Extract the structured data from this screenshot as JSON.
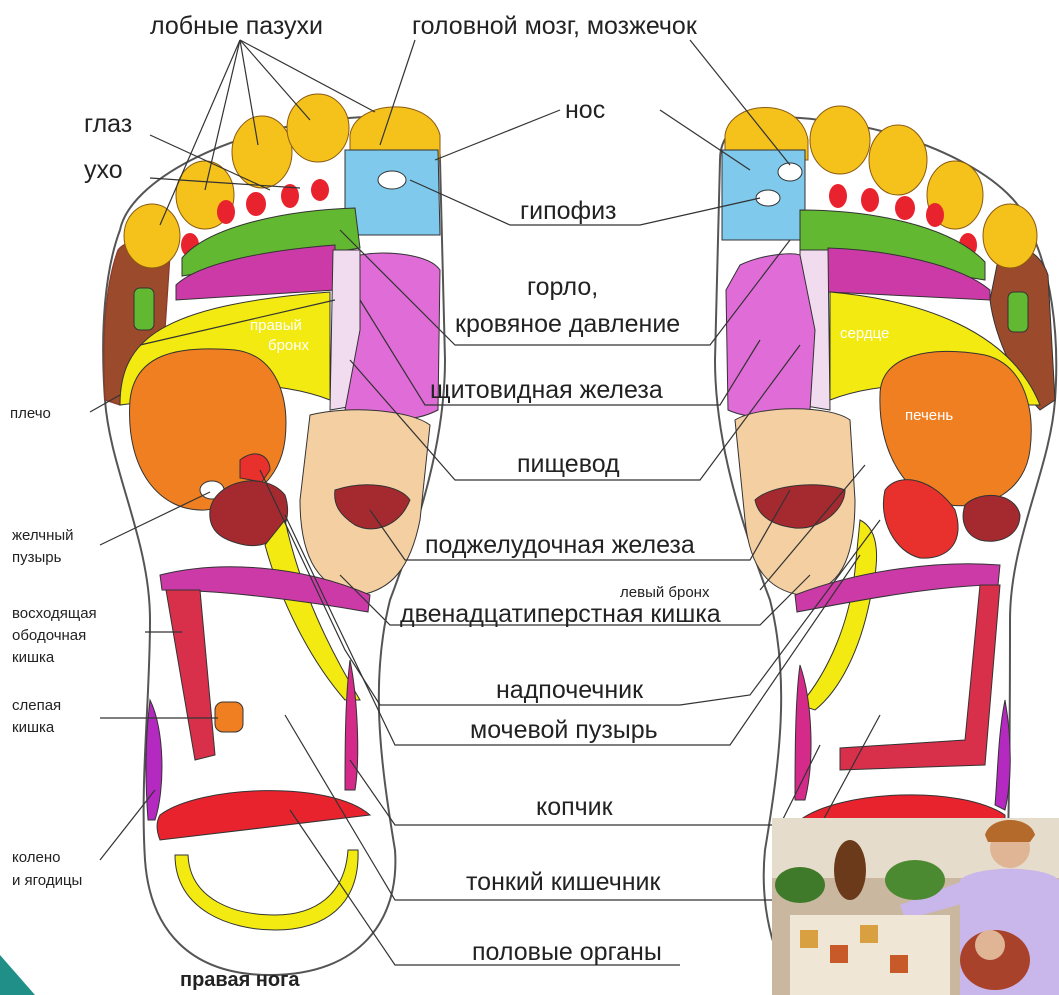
{
  "labels": {
    "frontal_sinuses": "лобные пазухи",
    "brain_cerebellum": "головной мозг, мозжечок",
    "eye": "глаз",
    "ear": "ухо",
    "nose": "нос",
    "pituitary": "гипофиз",
    "throat_line1": "горло,",
    "throat_line2": "кровяное давление",
    "right_bronchus_line1": "правый",
    "right_bronchus_line2": "бронх",
    "heart": "сердце",
    "thyroid": "щитовидная железа",
    "liver": "печень",
    "shoulder": "плечо",
    "esophagus": "пищевод",
    "gallbladder_line1": "желчный",
    "gallbladder_line2": "пузырь",
    "pancreas": "поджелудочная железа",
    "left_bronchus": "левый бронх",
    "ascending_colon_line1": "восходящая",
    "ascending_colon_line2": "ободочная",
    "ascending_colon_line3": "кишка",
    "duodenum": "двенадцатиперстная кишка",
    "cecum_line1": "слепая",
    "cecum_line2": "кишка",
    "adrenal": "надпочечник",
    "bladder": "мочевой пузырь",
    "coccyx": "копчик",
    "knee_line1": "колено",
    "knee_line2": "и ягодицы",
    "small_intestine": "тонкий кишечник",
    "genitals": "половые органы",
    "right_foot": "правая нога"
  },
  "colors": {
    "toe_yellow": "#f5c21c",
    "sinus_red": "#e8232e",
    "nose_blue": "#7ec9ec",
    "green": "#62b830",
    "magenta": "#cc3aa8",
    "pink": "#e06cd8",
    "light_pink": "#f1dcef",
    "yellow": "#f2ea10",
    "orange": "#f07f22",
    "brown": "#9c4a2c",
    "tan": "#f3cfa2",
    "dark_red": "#a42a30",
    "red": "#e8302c",
    "teal_corner": "#1f8f88"
  },
  "photo": {
    "description_icon": "classroom-photo"
  }
}
